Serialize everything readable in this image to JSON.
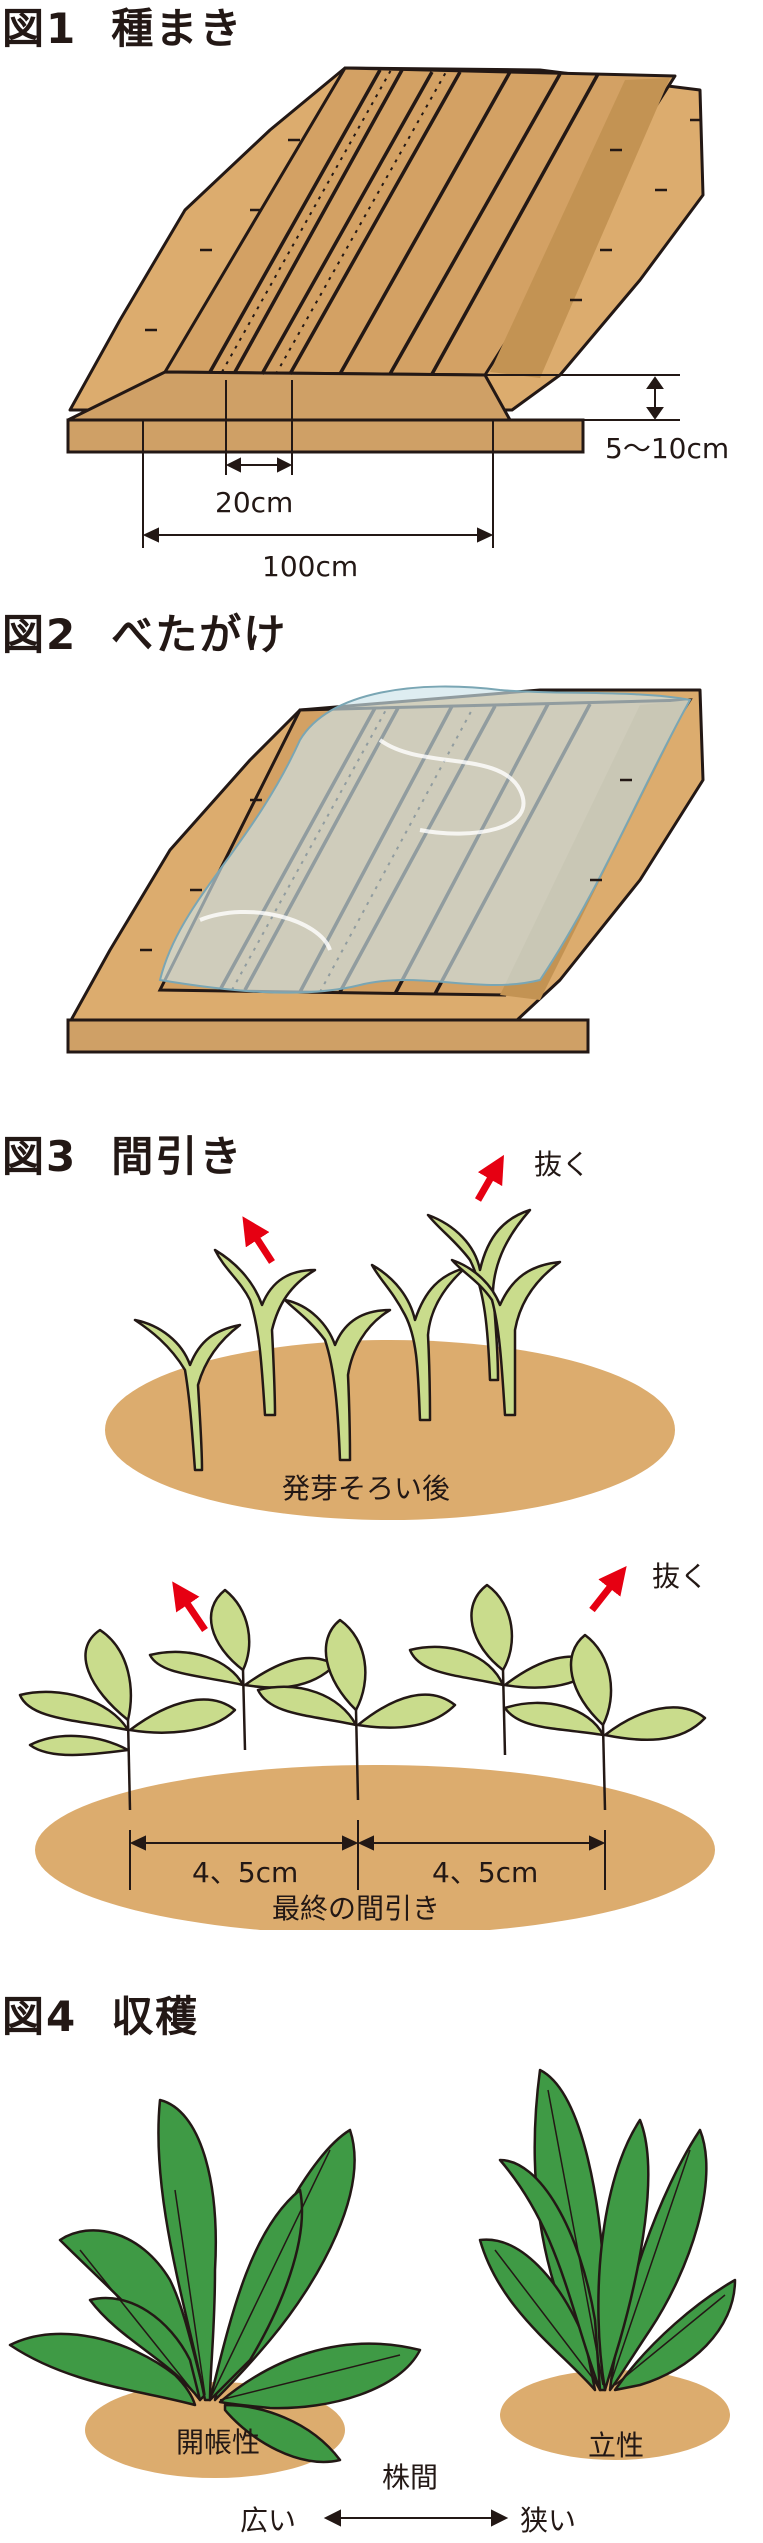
{
  "figures": [
    {
      "num": "図1",
      "title": "種まき"
    },
    {
      "num": "図2",
      "title": "べたがけ"
    },
    {
      "num": "図3",
      "title": "間引き"
    },
    {
      "num": "図4",
      "title": "収穫"
    }
  ],
  "fig1": {
    "bed_height": "5〜10cm",
    "row_spacing": "20cm",
    "bed_width": "100cm"
  },
  "fig3": {
    "pull_label_top": "抜く",
    "caption_top": "発芽そろい後",
    "pull_label_bottom": "抜く",
    "spacing_left": "4、5cm",
    "spacing_right": "4、5cm",
    "caption_bottom": "最終の間引き"
  },
  "fig4": {
    "left_label": "開帳性",
    "right_label": "立性",
    "axis_label": "株間",
    "axis_left": "広い",
    "axis_right": "狭い"
  },
  "colors": {
    "soil": "#dcac6e",
    "soil_dark": "#c59a5e",
    "bed": "#cfa066",
    "seedling": "#c9dc8c",
    "leaf_dark": "#3f9a45",
    "arrow": "#e60012"
  }
}
